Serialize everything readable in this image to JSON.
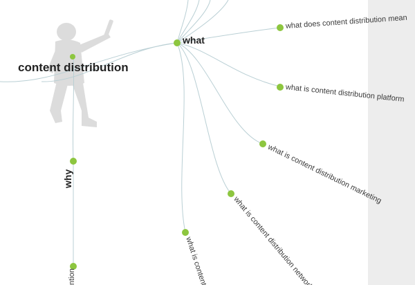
{
  "root": {
    "label": "content distribution"
  },
  "branches": {
    "what": {
      "label": "what"
    },
    "why": {
      "label": "why"
    }
  },
  "leaves": [
    {
      "label": "what does content distribution mean"
    },
    {
      "label": "what is content distribution platform"
    },
    {
      "label": "what is content distribution marketing"
    },
    {
      "label": "what is content distribution network"
    },
    {
      "label": "what is content d"
    }
  ],
  "why_child": {
    "label": "ntion"
  },
  "colors": {
    "node": "#8dc63f",
    "link": "#b9cfd4",
    "sidebar": "#ededed",
    "silhouette": "#dcdcdc"
  },
  "icons": {
    "mascot": "robot-silhouette-icon"
  }
}
